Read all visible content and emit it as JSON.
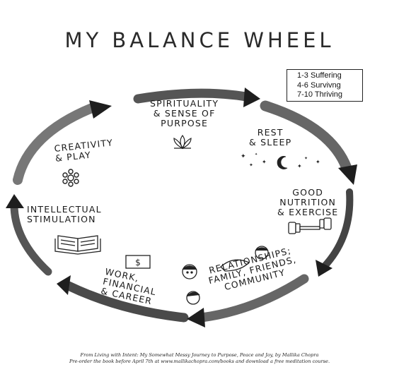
{
  "title": "MY BALANCE WHEEL",
  "legend": {
    "items": [
      "1-3 Suffering",
      "4-6 Survivng",
      "7-10 Thriving"
    ]
  },
  "segments": {
    "spirituality": [
      "SPIRITUALITY",
      "& SENSE OF",
      "PURPOSE"
    ],
    "rest": [
      "REST",
      "& SLEEP"
    ],
    "nutrition": [
      "GOOD",
      "NUTRITION",
      "& EXERCISE"
    ],
    "relationships": [
      "RELATIONSHIPS;",
      "FAMILY, FRIENDS,",
      "COMMUNITY"
    ],
    "work": [
      "WORK,",
      "FINANCIAL",
      "& CAREER"
    ],
    "intellectual": [
      "INTELLECTUAL",
      "STIMULATION"
    ],
    "creativity": [
      "CREATIVITY",
      "& PLAY"
    ]
  },
  "icons": {
    "spirituality": "lotus-icon",
    "rest": "moon-stars-icon",
    "nutrition": "dumbbell-icon",
    "relationships": "people-faces-icon",
    "work": "money-icon",
    "intellectual": "open-book-icon",
    "creativity": "flower-icon"
  },
  "money_symbol": "$",
  "footer": {
    "line1": "From Living with Intent: My Somewhat Messy Journey to Purpose, Peace and Joy, by Mallika Chopra",
    "line2": "Pre-order the book before April 7th at www.mallikachopra.com/books and download a free meditation  course."
  }
}
